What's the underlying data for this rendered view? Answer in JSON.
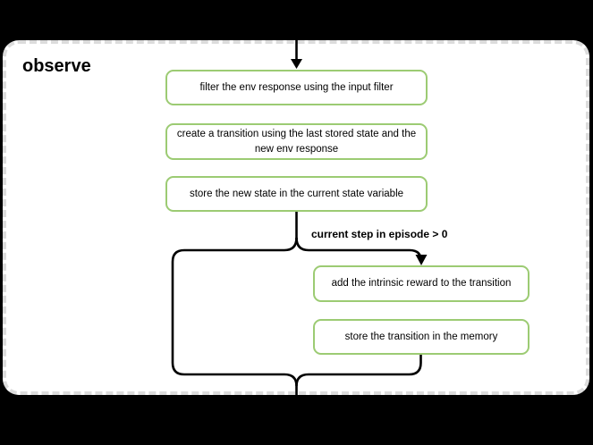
{
  "diagram": {
    "title": "observe",
    "condition_label": "current step in episode > 0",
    "nodes": [
      {
        "id": "filter",
        "label": "filter the env response using the input filter"
      },
      {
        "id": "create",
        "label": "create a transition using the last stored state and the new env response"
      },
      {
        "id": "store_state",
        "label": "store the new state in the current state variable"
      },
      {
        "id": "add_reward",
        "label": "add the intrinsic reward to the transition"
      },
      {
        "id": "store_memory",
        "label": "store the transition in the memory"
      }
    ],
    "colors": {
      "background": "#000000",
      "container_fill": "#ffffff",
      "container_border": "#dcdcdc",
      "node_fill": "#ffffff",
      "node_border": "#9ccb73",
      "connector": "#000000",
      "text_color": "#000000"
    }
  }
}
